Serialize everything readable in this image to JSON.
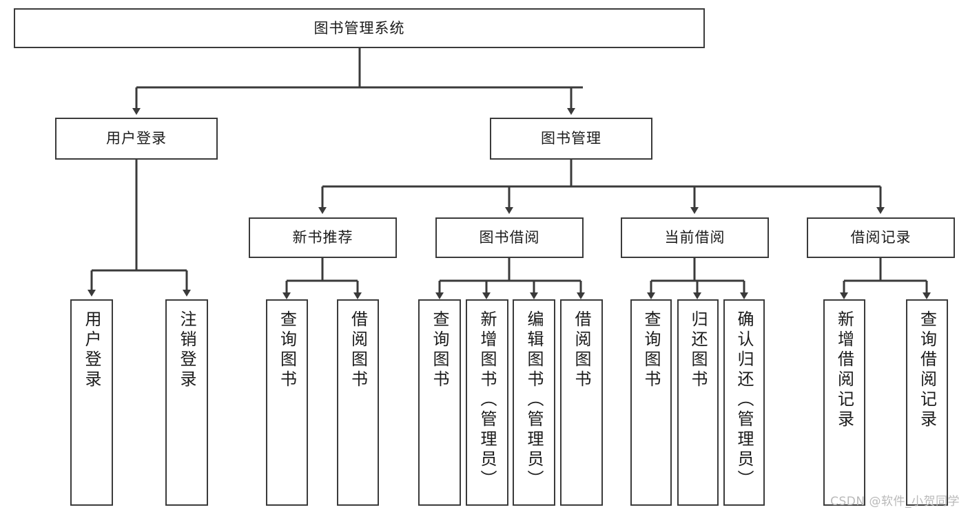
{
  "diagram": {
    "title": "图书管理系统",
    "watermark": "CSDN @软件_小贺同学",
    "root": {
      "label": "图书管理系统"
    },
    "level1": [
      {
        "label": "用户登录"
      },
      {
        "label": "图书管理"
      }
    ],
    "level2": [
      {
        "label": "新书推荐"
      },
      {
        "label": "图书借阅"
      },
      {
        "label": "当前借阅"
      },
      {
        "label": "借阅记录"
      }
    ],
    "leaves": {
      "user_login": [
        {
          "label": "用户登录"
        },
        {
          "label": "注销登录"
        }
      ],
      "new_book_recommend": [
        {
          "label": "查询图书"
        },
        {
          "label": "借阅图书"
        }
      ],
      "book_borrow": [
        {
          "label": "查询图书"
        },
        {
          "label": "新增图书（管理员）"
        },
        {
          "label": "编辑图书（管理员）"
        },
        {
          "label": "借阅图书"
        }
      ],
      "current_borrow": [
        {
          "label": "查询图书"
        },
        {
          "label": "归还图书"
        },
        {
          "label": "确认归还（管理员）"
        }
      ],
      "borrow_record": [
        {
          "label": "新增借阅记录"
        },
        {
          "label": "查询借阅记录"
        }
      ]
    },
    "colors": {
      "stroke": "#3a3a3a",
      "background": "#ffffff",
      "text": "#1b1b1b",
      "watermark": "#b9b9b9"
    }
  }
}
